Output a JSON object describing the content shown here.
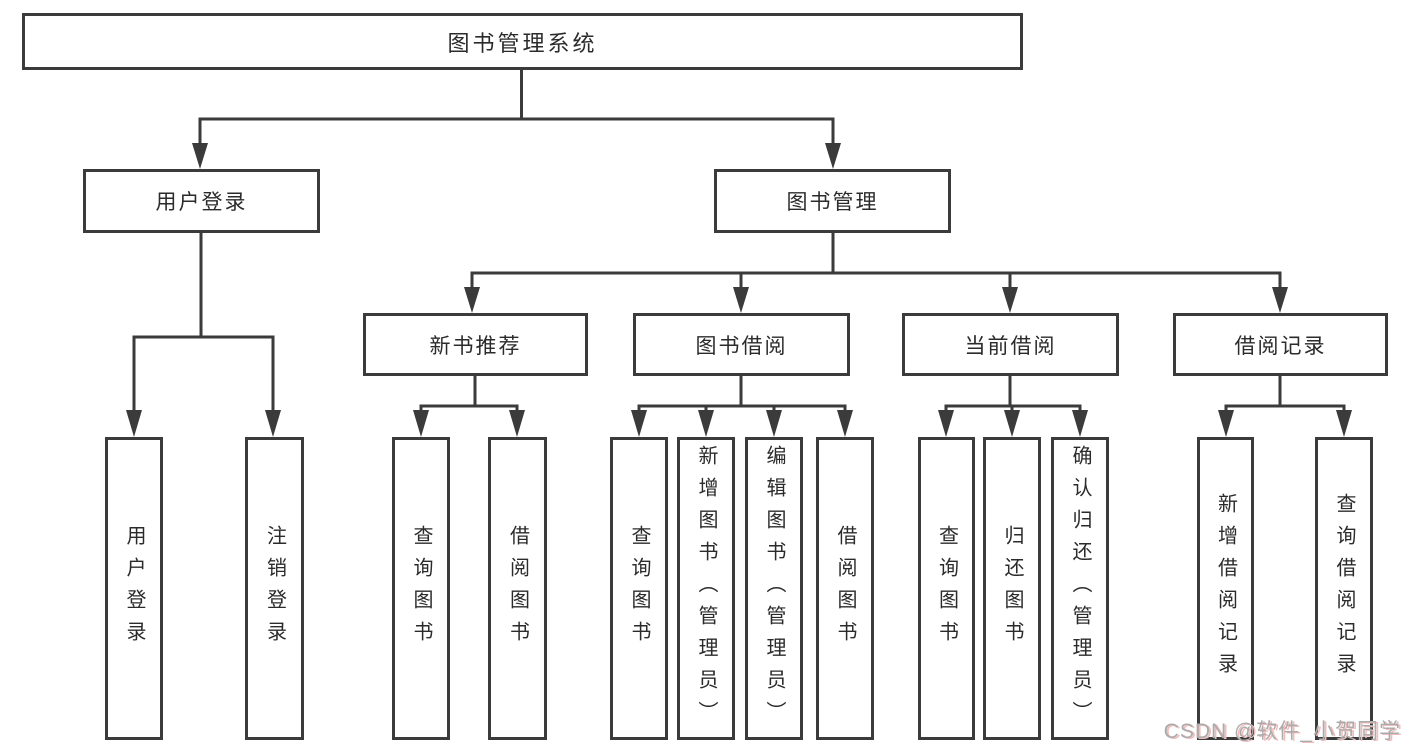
{
  "tree": {
    "label": "图书管理系统",
    "children": [
      {
        "label": "用户登录",
        "children": [
          {
            "label": "用户登录"
          },
          {
            "label": "注销登录"
          }
        ]
      },
      {
        "label": "图书管理",
        "children": [
          {
            "label": "新书推荐",
            "children": [
              {
                "label": "查询图书"
              },
              {
                "label": "借阅图书"
              }
            ]
          },
          {
            "label": "图书借阅",
            "children": [
              {
                "label": "查询图书"
              },
              {
                "label": "新增图书（管理员）"
              },
              {
                "label": "编辑图书（管理员）"
              },
              {
                "label": "借阅图书"
              }
            ]
          },
          {
            "label": "当前借阅",
            "children": [
              {
                "label": "查询图书"
              },
              {
                "label": "归还图书"
              },
              {
                "label": "确认归还（管理员）"
              }
            ]
          },
          {
            "label": "借阅记录",
            "children": [
              {
                "label": "新增借阅记录"
              },
              {
                "label": "查询借阅记录"
              }
            ]
          }
        ]
      }
    ]
  },
  "watermark": "CSDN @软件_小贺同学",
  "colors": {
    "line": "#3b3b3b",
    "box_border": "#3b3b3b",
    "text": "#2b2b2b",
    "background": "#ffffff",
    "watermark_text": "#ababab",
    "watermark_shadow": "#f1bcbc"
  }
}
